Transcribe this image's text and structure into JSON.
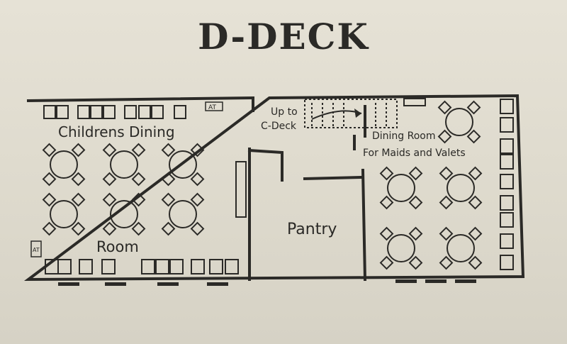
{
  "title": "D-DECK",
  "colors": {
    "ink": "#2b2a27",
    "paper": "#e2ded2"
  },
  "rooms": {
    "childrens_dining": {
      "line1": "Childrens Dining",
      "line2": "Room"
    },
    "pantry": "Pantry",
    "stairs": {
      "line1": "Up to",
      "line2": "C-Deck"
    },
    "maids_dining": {
      "line1": "Dining Room",
      "line2": "For Maids and Valets"
    }
  },
  "markers": {
    "at": "AT"
  }
}
